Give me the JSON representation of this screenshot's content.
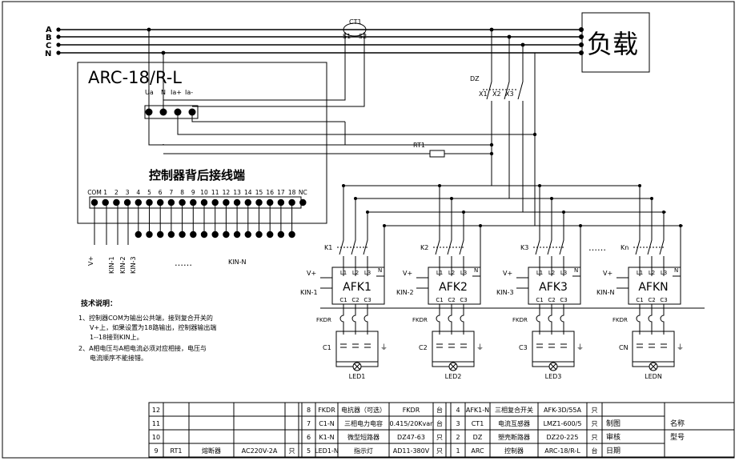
{
  "phases": [
    "A",
    "B",
    "C",
    "N"
  ],
  "load": "负载",
  "controller": {
    "model": "ARC-18/R-L",
    "inputs": [
      "Ua",
      "N",
      "Ia+",
      "Ia-"
    ],
    "title": "控制器背后接线端",
    "terminals": [
      "COM",
      "1",
      "2",
      "3",
      "4",
      "5",
      "6",
      "7",
      "8",
      "9",
      "10",
      "11",
      "12",
      "13",
      "14",
      "15",
      "16",
      "17",
      "18",
      "NC"
    ],
    "vplus": "V+",
    "kin": [
      "KIN-1",
      "KIN-2",
      "KIN-3"
    ],
    "dots": "……",
    "kin_n": "KIN-N"
  },
  "ct": {
    "label": "CT1",
    "s1": "S1",
    "s2": "S2"
  },
  "dz": {
    "label": "DZ",
    "x": [
      "X1",
      "X2",
      "X3"
    ]
  },
  "rt": "RT1",
  "modules": [
    {
      "name": "AFK1",
      "k": "K1",
      "kin": "KIN-1",
      "c": "C1",
      "led": "LED1"
    },
    {
      "name": "AFK2",
      "k": "K2",
      "kin": "KIN-2",
      "c": "C2",
      "led": "LED2"
    },
    {
      "name": "AFK3",
      "k": "K3",
      "kin": "KIN-3",
      "c": "C3",
      "led": "LED3"
    },
    {
      "name": "AFKN",
      "k": "Kn",
      "kin": "KIN-N",
      "c": "CN",
      "led": "LEDN"
    }
  ],
  "module_terms": {
    "l": [
      "L1",
      "L2",
      "L3"
    ],
    "c": [
      "C1",
      "C2",
      "C3"
    ],
    "n": "N",
    "v": "V+",
    "fkdr": "FKDR"
  },
  "module_dots": "……",
  "notes": {
    "title": "技术说明：",
    "lines": [
      "1、控制器COM为输出公共端，接到复合开关的",
      "V+上，如果设置为18路输出，控制器输出端",
      "1--18接到KIN上。",
      "2、A相电压与A相电流必须对应相接，电压与",
      "电流顺序不能接错。"
    ]
  },
  "table": {
    "left": [
      {
        "no": "12",
        "code": "",
        "name": "",
        "spec": "",
        "unit": ""
      },
      {
        "no": "11",
        "code": "",
        "name": "",
        "spec": "",
        "unit": ""
      },
      {
        "no": "10",
        "code": "",
        "name": "",
        "spec": "",
        "unit": ""
      },
      {
        "no": "9",
        "code": "RT1",
        "name": "熔断器",
        "spec": "AC220V-2A",
        "unit": "只"
      }
    ],
    "mid": [
      {
        "no": "8",
        "code": "FKDR",
        "name": "电抗器（可选）",
        "spec": "FKDR",
        "unit": "台"
      },
      {
        "no": "7",
        "code": "C1-N",
        "name": "三相电力电容",
        "spec": "0.415/20Kvar",
        "unit": "台"
      },
      {
        "no": "6",
        "code": "K1-N",
        "name": "微型短路器",
        "spec": "DZ47-63",
        "unit": "只"
      },
      {
        "no": "5",
        "code": "LED1-N",
        "name": "指示灯",
        "spec": "AD11-380V",
        "unit": "只"
      }
    ],
    "right": [
      {
        "no": "4",
        "code": "AFK1-N",
        "name": "三相复合开关",
        "spec": "AFK-3D/55A",
        "unit": "只"
      },
      {
        "no": "3",
        "code": "CT1",
        "name": "电流互感器",
        "spec": "LMZ1-600/5",
        "unit": "只"
      },
      {
        "no": "2",
        "code": "DZ",
        "name": "塑壳断路器",
        "spec": "DZ20-225",
        "unit": "只"
      },
      {
        "no": "1",
        "code": "ARC",
        "name": "控制器",
        "spec": "ARC-18/R-L",
        "unit": "台"
      }
    ],
    "title_block": {
      "draw": "制图",
      "check": "审核",
      "date": "日期",
      "name": "名称",
      "model": "型号"
    }
  }
}
